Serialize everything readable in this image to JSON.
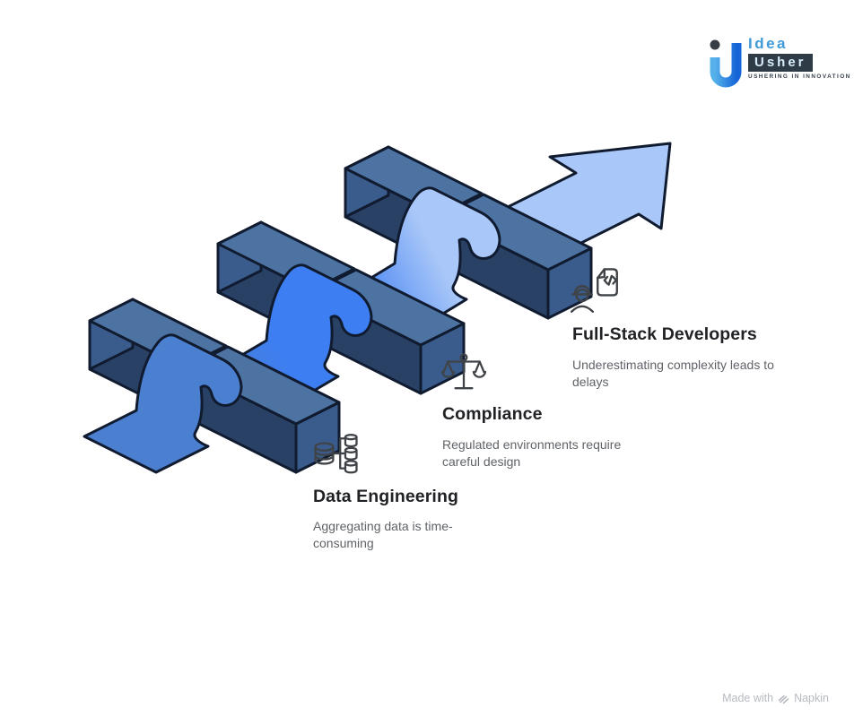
{
  "logo": {
    "name": "Idea Usher",
    "idea": "Idea",
    "usher": "Usher",
    "tagline": "USHERING IN INNOVATION"
  },
  "diagram": {
    "type": "weaving-arrow-over-hurdles",
    "description": "A blue ribbon arrow weaves over three 3D hurdle bars, rising toward the upper right",
    "hurdle_count": 3,
    "direction": "bottom-left to top-right"
  },
  "hurdles": [
    {
      "title": "Data Engineering",
      "description": "Aggregating data is time-consuming",
      "icon": "database-aggregation-icon"
    },
    {
      "title": "Compliance",
      "description": "Regulated environments require careful design",
      "icon": "balance-scale-icon"
    },
    {
      "title": "Full-Stack Developers",
      "description": "Underestimating complexity leads to delays",
      "icon": "developer-code-document-icon"
    }
  ],
  "watermark": {
    "prefix": "Made with",
    "brand": "Napkin"
  },
  "colors": {
    "ribbon_start": "#4b7fd0",
    "ribbon_mid": "#3d7ef2",
    "ribbon_end": "#a9c7f8",
    "bar_top": "#4d73a3",
    "bar_front": "#2a4166",
    "bar_cap": "#3a5c8c",
    "outline": "#101b30",
    "title_text": "#202225",
    "desc_text": "#5f6368",
    "icon_stroke": "#3f4347",
    "logo_blue": "#3f9ad8",
    "logo_dark": "#2f3b46",
    "watermark_gray": "#b7bbc1"
  }
}
